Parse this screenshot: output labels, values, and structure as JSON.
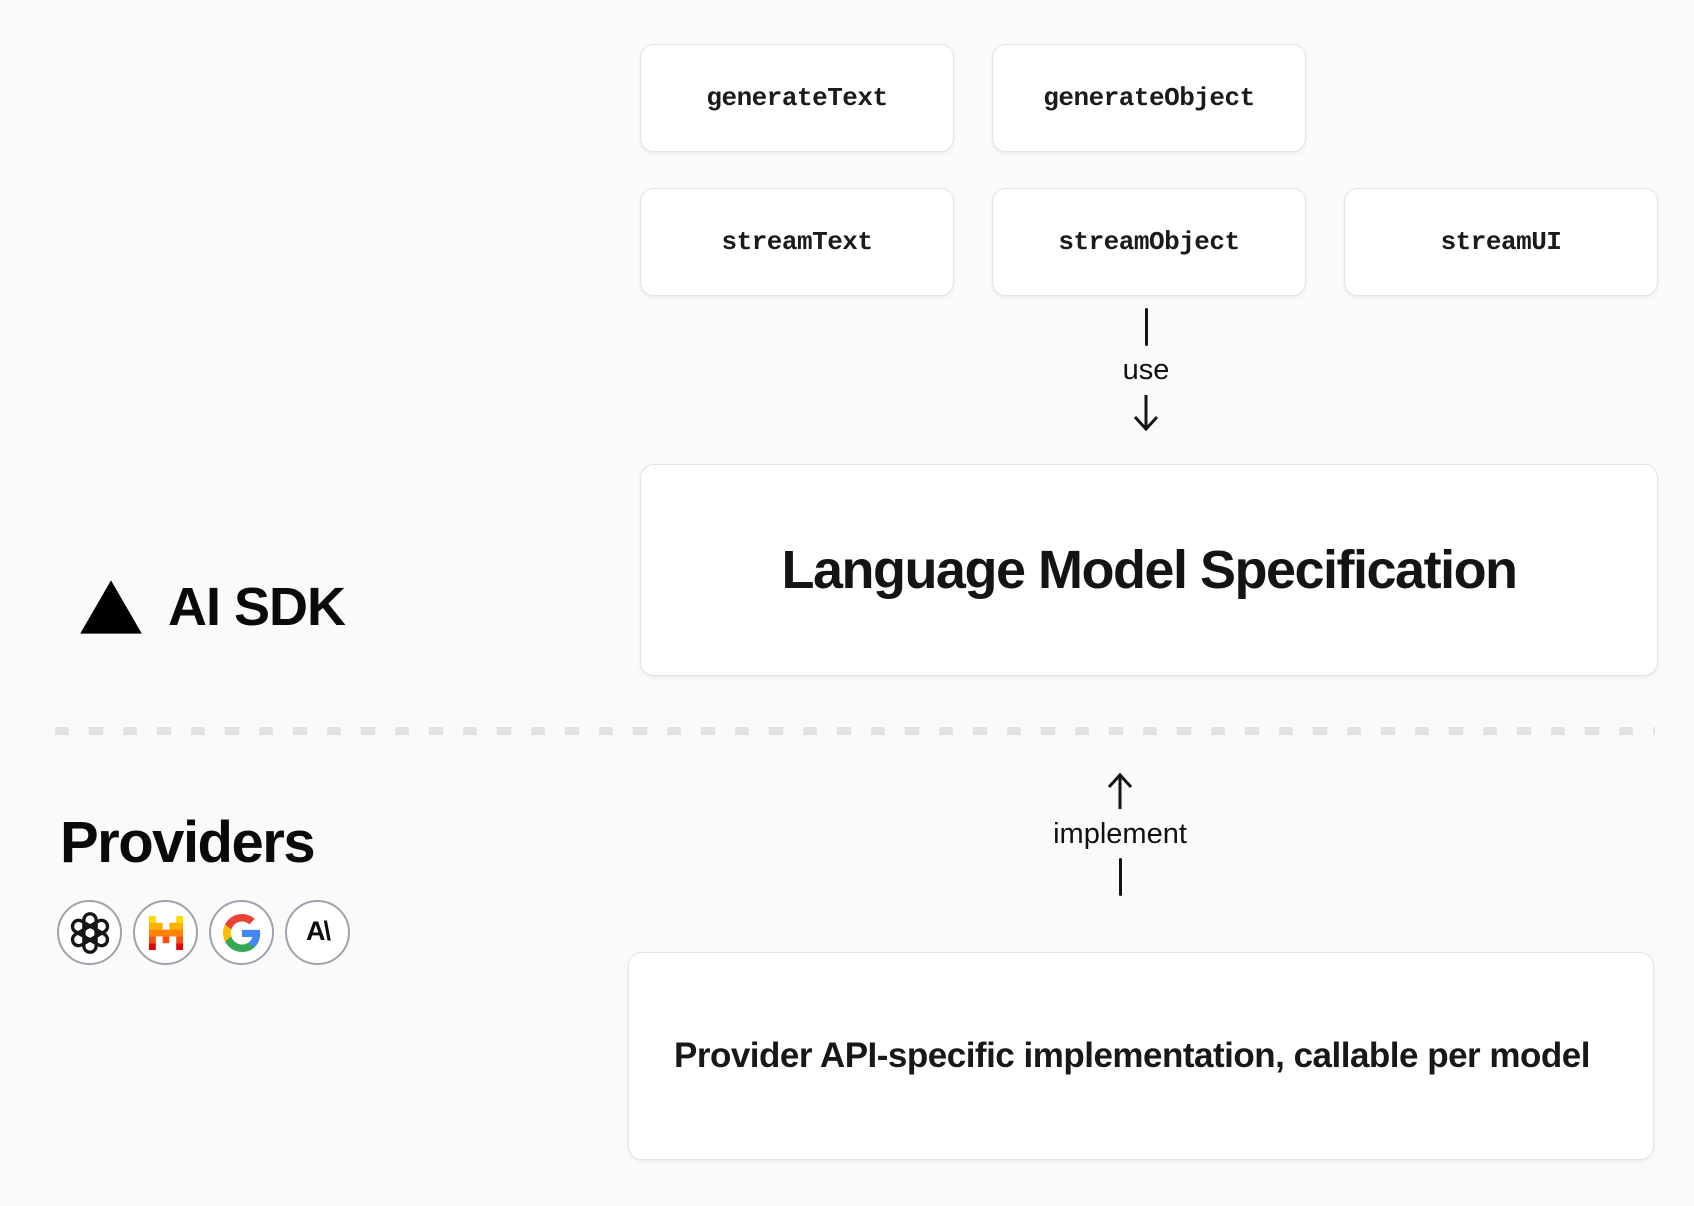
{
  "diagram": {
    "ai_sdk": {
      "label": "AI SDK"
    },
    "functions": {
      "row1": [
        "generateText",
        "generateObject"
      ],
      "row2": [
        "streamText",
        "streamObject",
        "streamUI"
      ]
    },
    "edges": {
      "use": "use",
      "implement": "implement"
    },
    "spec_box": {
      "label": "Language Model Specification"
    },
    "providers": {
      "label": "Providers",
      "icons": [
        {
          "name": "openai"
        },
        {
          "name": "mistral"
        },
        {
          "name": "google"
        },
        {
          "name": "anthropic",
          "glyph": "A\\"
        }
      ]
    },
    "provider_box": {
      "label": "Provider API-specific implementation, callable per model"
    },
    "colors": {
      "background": "#fafafa",
      "box_bg": "#ffffff",
      "box_border": "#e4e4e4",
      "text": "#18181b",
      "dash": "#e2e2e2",
      "mistral_rows": [
        "#ffd800",
        "#ffaf00",
        "#ff8205",
        "#fa500f",
        "#e10500"
      ],
      "google_g": [
        "#4285F4",
        "#34A853",
        "#FBBC05",
        "#EA4335"
      ]
    }
  }
}
